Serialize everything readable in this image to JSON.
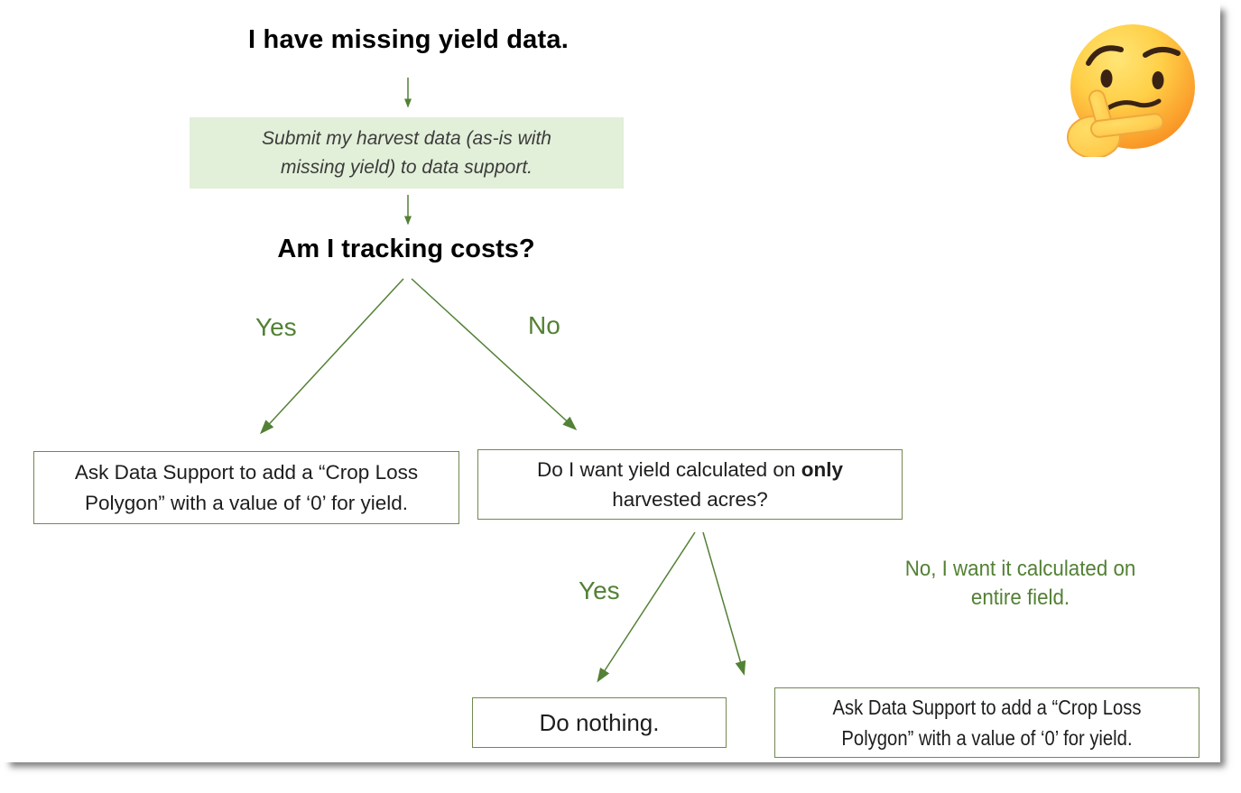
{
  "diagram": {
    "title": "I have missing yield data.",
    "submit_box": {
      "line1": "Submit my harvest data (as-is with",
      "line2": "missing yield) to data support."
    },
    "question1": "Am I tracking costs?",
    "branch1": {
      "yes": "Yes",
      "no": "No"
    },
    "left_result": {
      "line1": "Ask Data Support to add a “Crop Loss",
      "line2": "Polygon” with a value of ‘0’ for yield."
    },
    "question2": {
      "line1_pre": "Do I want yield calculated on ",
      "line1_bold": "only",
      "line2": "harvested acres?"
    },
    "branch2": {
      "yes": "Yes",
      "no_line1": "No, I want it calculated on",
      "no_line2": "entire field."
    },
    "do_nothing": "Do nothing.",
    "right_result": {
      "line1": "Ask Data Support to add a “Crop Loss",
      "line2": "Polygon” with a value of ‘0’ for yield."
    },
    "icons": {
      "emoji": "thinking-face-emoji"
    },
    "colors": {
      "green_text": "#538135",
      "green_arrow": "#538135",
      "light_green_fill": "#E2EFD9",
      "box_border": "#72884F"
    }
  }
}
